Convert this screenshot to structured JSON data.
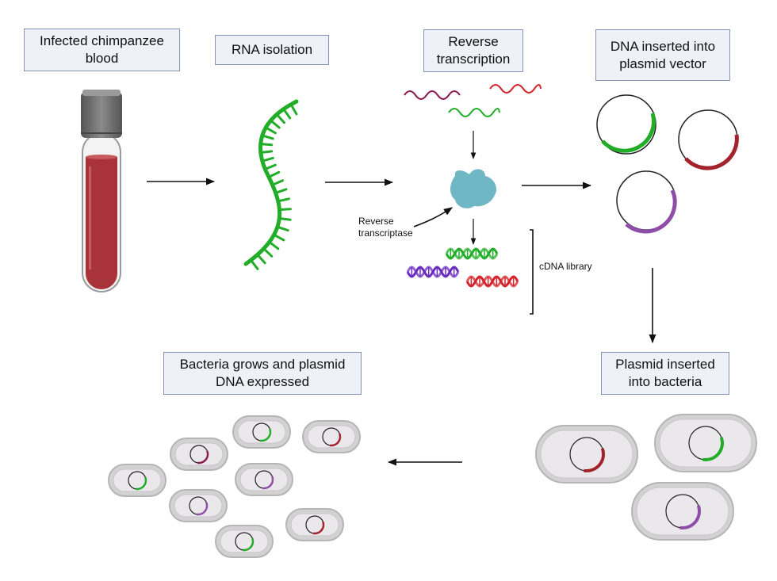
{
  "labels": {
    "blood": "Infected chimpanzee blood",
    "rna": "RNA isolation",
    "rt": "Reverse transcription",
    "plasmid": "DNA inserted into plasmid vector",
    "bacteria": "Plasmid inserted into bacteria",
    "grows": "Bacteria grows and plasmid DNA expressed",
    "enzyme": "Reverse transcriptase",
    "library": "cDNA library"
  },
  "colors": {
    "green": "#21ad28",
    "red": "#a3232c",
    "purple": "#8e4ea8",
    "maroon": "#8a1a4e",
    "bright_red": "#d4232a",
    "violet": "#6a2bbf",
    "enzyme": "#6fb7c4",
    "blood": "#a8343a",
    "cap": "#6e6e6e",
    "cell_border": "#b5b5b5",
    "cell_fill": "#ebe8ec",
    "box_fill": "#eef1f8",
    "box_border": "#8593b3"
  },
  "icons": [
    "blood-tube-icon",
    "rna-strand-icon",
    "enzyme-icon",
    "plasmid-icon",
    "dna-helix-icon",
    "bacterium-icon"
  ]
}
